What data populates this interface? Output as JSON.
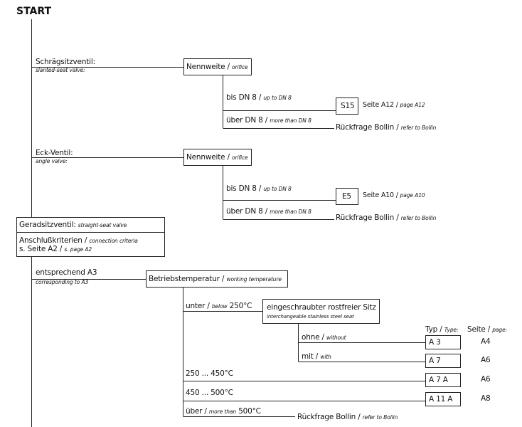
{
  "start": "START",
  "branch1": {
    "head_de": "Schrägsitzventil:",
    "head_en": "slanted-seat valve:",
    "nw_de": "Nennweite",
    "nw_en": "orifice",
    "upto_de": "bis DN 8",
    "upto_en": "up to DN 8",
    "model": "S15",
    "page_de": "Seite A12",
    "page_en": "page A12",
    "more_de": "über DN 8",
    "more_en": "more than DN 8",
    "refer_de": "Rückfrage Bollin",
    "refer_en": "refer to Bollin"
  },
  "branch2": {
    "head_de": "Eck-Ventil:",
    "head_en": "angle valve:",
    "nw_de": "Nennweite",
    "nw_en": "orifice",
    "upto_de": "bis DN 8",
    "upto_en": "up to DN 8",
    "model": "E5",
    "page_de": "Seite A10",
    "page_en": "page A10",
    "more_de": "über DN 8",
    "more_en": "more than DN 8",
    "refer_de": "Rückfrage Bollin",
    "refer_en": "refer to Bollin"
  },
  "branch3": {
    "head_de": "Geradsitzventil:",
    "head_en": "straight-seat valve",
    "crit_de": "Anschlußkriterien",
    "crit_en": "connection criteria",
    "crit2_de": "s. Seite A2",
    "crit2_en": "s. page A2",
    "acc_de": "entsprechend A3",
    "acc_en": "corresponding to A3",
    "temp_de": "Betriebstemperatur",
    "temp_en": "working temperature",
    "below_de_pre": "unter",
    "below_en": "below",
    "below_val": "250°C",
    "seat_de": "eingeschraubter rostfreier Sitz",
    "seat_en": "interchangeable stainless steel seat",
    "without_de": "ohne",
    "without_en": "without",
    "with_de": "mit",
    "with_en": "with",
    "col_typ_de": "Typ",
    "col_typ_en": "Type:",
    "col_seite_de": "Seite",
    "col_seite_en": "page:",
    "rows": [
      {
        "type": "A 3",
        "page": "A4"
      },
      {
        "type": "A 7",
        "page": "A6"
      },
      {
        "type": "A 7 A",
        "page": "A6"
      },
      {
        "type": "A 11 A",
        "page": "A8"
      }
    ],
    "range1": "250 ... 450°C",
    "range2": "450 ... 500°C",
    "above_de": "über",
    "above_en": "more than",
    "above_val": "500°C",
    "refer_de": "Rückfrage Bollin",
    "refer_en": "refer to Bollin"
  }
}
